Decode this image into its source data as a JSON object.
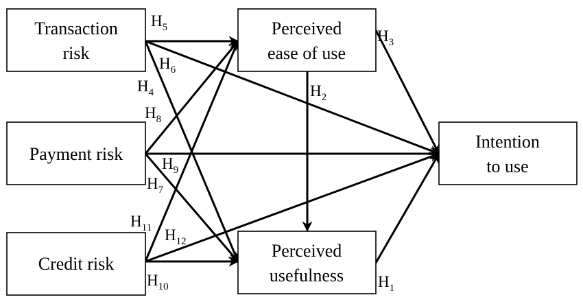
{
  "nodes": {
    "transaction_risk": {
      "line1": "Transaction",
      "line2": "risk"
    },
    "payment_risk": {
      "line1": "Payment risk"
    },
    "credit_risk": {
      "line1": "Credit risk"
    },
    "ease_of_use": {
      "line1": "Perceived",
      "line2": "ease of use"
    },
    "usefulness": {
      "line1": "Perceived",
      "line2": "usefulness"
    },
    "intention": {
      "line1": "Intention",
      "line2": "to use"
    }
  },
  "hypotheses": {
    "h1": {
      "letter": "H",
      "num": "1"
    },
    "h2": {
      "letter": "H",
      "num": "2"
    },
    "h3": {
      "letter": "H",
      "num": "3"
    },
    "h4": {
      "letter": "H",
      "num": "4"
    },
    "h5": {
      "letter": "H",
      "num": "5"
    },
    "h6": {
      "letter": "H",
      "num": "6"
    },
    "h7": {
      "letter": "H",
      "num": "7"
    },
    "h8": {
      "letter": "H",
      "num": "8"
    },
    "h9": {
      "letter": "H",
      "num": "9"
    },
    "h10": {
      "letter": "H",
      "num": "10"
    },
    "h11": {
      "letter": "H",
      "num": "11"
    },
    "h12": {
      "letter": "H",
      "num": "12"
    }
  }
}
